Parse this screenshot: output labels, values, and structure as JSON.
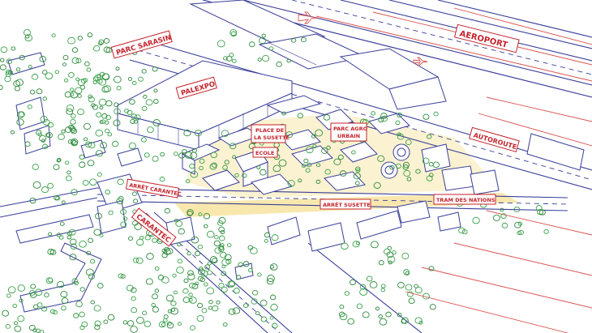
{
  "labels": {
    "aeroport": "AEROPORT",
    "parc_sarasin": "PARC SARASIN",
    "palexpo": "PALEXPO",
    "place_line1": "PLACE DE",
    "place_line2": "LA SUSETTE",
    "parc_agro_line1": "PARC AGRO",
    "parc_agro_line2": "URBAIN",
    "ecole": "ECOLE",
    "autoroute": "AUTOROUTE",
    "arret_carantec": "ARRÊT CARANTEC",
    "carantec": "CARANTEC",
    "arret_susette": "ARRÊT SUSETTE",
    "tram_des_nations": "TRAM DES NATIONS"
  },
  "colors": {
    "ink_blue": "#3a3f9a",
    "label_red": "#c4232b",
    "tree_green": "#3aa14a",
    "tram_yellow": "#f2d56b",
    "runway_red": "#d9534f"
  }
}
